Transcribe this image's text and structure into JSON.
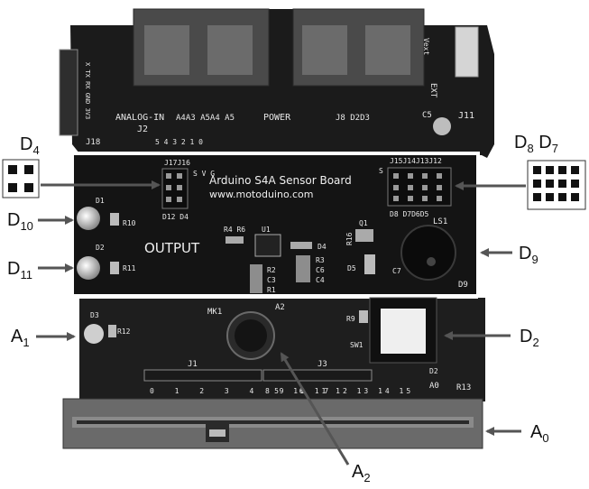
{
  "board": {
    "title": "Arduino S4A Sensor Board",
    "url": "www.motoduino.com",
    "output_label": "OUTPUT",
    "analog_header": "ANALOG-IN",
    "analog_pins": "A4A3  A5A4  A5",
    "power_label": "POWER",
    "j2_label": "J2",
    "j2_pins": "5 4 3 2 1 0",
    "j18_label": "J18",
    "j18_pins": "X TX RX GND 3V3",
    "j11_label": "J11",
    "j8_label": "J8 D2D3",
    "ext_label": "EXT",
    "vext_label": "Vext",
    "j16_block": "J17J16",
    "svg_label": "S V G",
    "d12d4_label": "D12 D4",
    "j15_block": "J15J14J13J12",
    "d8d5_label": "D8 D7D6D5",
    "u1": "U1",
    "r4r6": "R4 R6",
    "d4": "D4",
    "r2": "R2",
    "c3": "C3",
    "r1": "R1",
    "r3": "R3",
    "c6": "C6",
    "c4": "C4",
    "q1": "Q1",
    "r16": "R16",
    "d5": "D5",
    "c7": "C7",
    "ls1": "LS1",
    "d9": "D9",
    "d1": "D1",
    "r10": "R10",
    "d2led": "D2",
    "r11": "R11",
    "d3": "D3",
    "r12": "R12",
    "mk1": "MK1",
    "a2": "A2",
    "r9": "R9",
    "sw1": "SW1",
    "d2sw": "D2",
    "j1": "J1",
    "j1_pins": "0 1 2 3 4 5 6 7",
    "j3": "J3",
    "j3_pins": "8 9 10 11 12 13 14 15",
    "a0": "A0",
    "r13": "R13",
    "c5": "C5"
  },
  "callouts": {
    "d4": {
      "main": "D",
      "sub": "4"
    },
    "d8d7": {
      "main1": "D",
      "sub1": "8",
      "main2": " D",
      "sub2": "7"
    },
    "d10": {
      "main": "D",
      "sub": "10"
    },
    "d11": {
      "main": "D",
      "sub": "11"
    },
    "d9": {
      "main": "D",
      "sub": "9"
    },
    "a1": {
      "main": "A",
      "sub": "1"
    },
    "d2": {
      "main": "D",
      "sub": "2"
    },
    "a0": {
      "main": "A",
      "sub": "0"
    },
    "a2": {
      "main": "A",
      "sub": "2"
    }
  },
  "colors": {
    "pcb": "#1c1c1c",
    "pcb_edge": "#2a2a2a",
    "silkscreen": "#e8e8e8",
    "arrow": "#555555"
  }
}
